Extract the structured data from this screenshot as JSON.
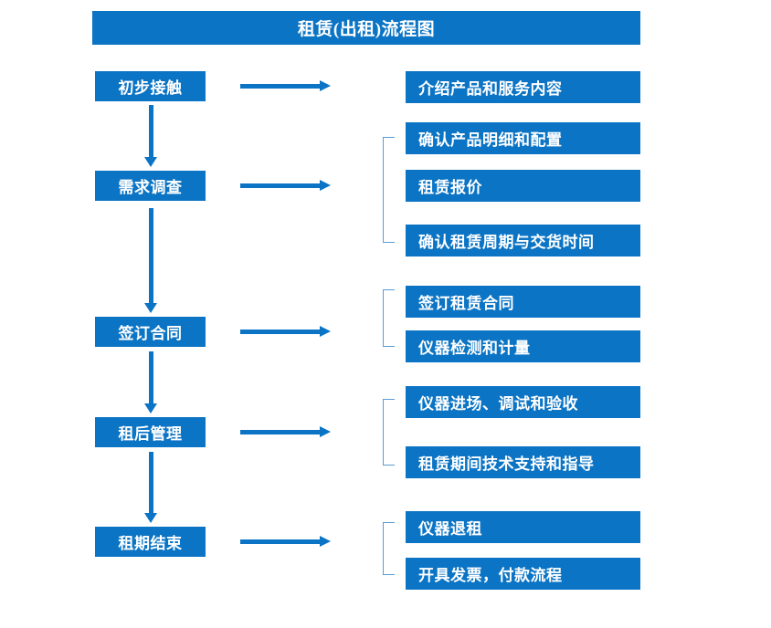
{
  "diagram": {
    "title": "租赁(出租)流程图",
    "accent_color": "#0B74C4",
    "bracket_color": "#5B9BD5",
    "text_color": "#FFFFFF",
    "background_color": "#FFFFFF",
    "stages": [
      {
        "label": "初步接触"
      },
      {
        "label": "需求调查"
      },
      {
        "label": "签订合同"
      },
      {
        "label": "租后管理"
      },
      {
        "label": "租期结束"
      }
    ],
    "details": [
      {
        "label": "介绍产品和服务内容"
      },
      {
        "label": "确认产品明细和配置"
      },
      {
        "label": "租赁报价"
      },
      {
        "label": "确认租赁周期与交货时间"
      },
      {
        "label": "签订租赁合同"
      },
      {
        "label": "仪器检测和计量"
      },
      {
        "label": "仪器进场、调试和验收"
      },
      {
        "label": "租赁期间技术支持和指导"
      },
      {
        "label": "仪器退租"
      },
      {
        "label": "开具发票，付款流程"
      }
    ]
  },
  "chart_data": {
    "type": "diagram",
    "title": "租赁(出租)流程图",
    "flow": [
      {
        "stage": "初步接触",
        "details": [
          "介绍产品和服务内容"
        ]
      },
      {
        "stage": "需求调查",
        "details": [
          "确认产品明细和配置",
          "租赁报价",
          "确认租赁周期与交货时间"
        ]
      },
      {
        "stage": "签订合同",
        "details": [
          "签订租赁合同",
          "仪器检测和计量"
        ]
      },
      {
        "stage": "租后管理",
        "details": [
          "仪器进场、调试和验收",
          "租赁期间技术支持和指导"
        ]
      },
      {
        "stage": "租期结束",
        "details": [
          "仪器退租",
          "开具发票，付款流程"
        ]
      }
    ],
    "connections": "sequential-vertical-arrows-between-stages; horizontal-arrow-from-each-stage-to-detail-group"
  }
}
